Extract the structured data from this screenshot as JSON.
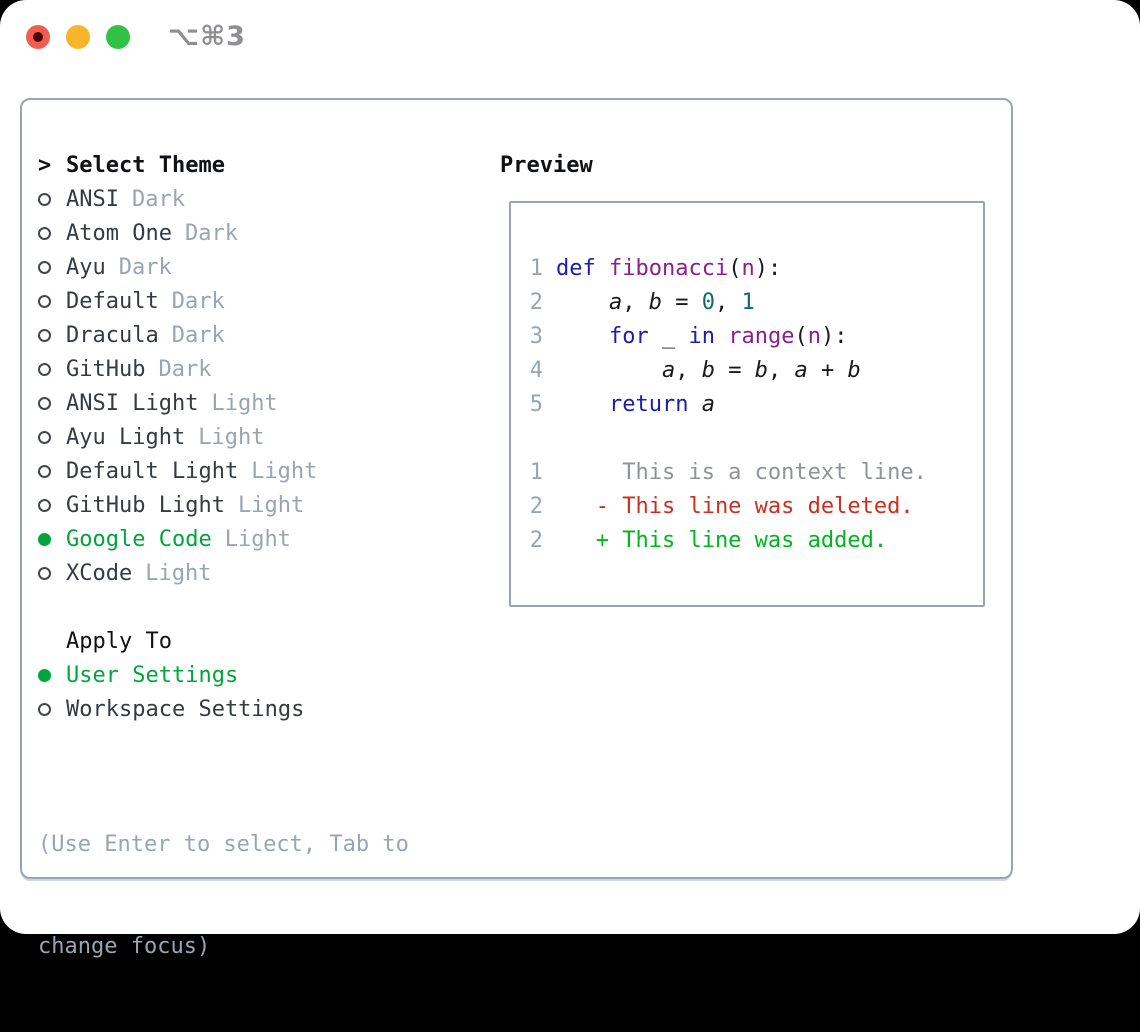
{
  "window": {
    "shortcut": "⌥⌘3"
  },
  "left": {
    "title_prefix": ">",
    "title": "Select Theme",
    "themes": [
      {
        "name": "ANSI",
        "variant": "Dark",
        "selected": false
      },
      {
        "name": "Atom One",
        "variant": "Dark",
        "selected": false
      },
      {
        "name": "Ayu",
        "variant": "Dark",
        "selected": false
      },
      {
        "name": "Default",
        "variant": "Dark",
        "selected": false
      },
      {
        "name": "Dracula",
        "variant": "Dark",
        "selected": false
      },
      {
        "name": "GitHub",
        "variant": "Dark",
        "selected": false
      },
      {
        "name": "ANSI Light",
        "variant": "Light",
        "selected": false
      },
      {
        "name": "Ayu Light",
        "variant": "Light",
        "selected": false
      },
      {
        "name": "Default Light",
        "variant": "Light",
        "selected": false
      },
      {
        "name": "GitHub Light",
        "variant": "Light",
        "selected": false
      },
      {
        "name": "Google Code",
        "variant": "Light",
        "selected": true
      },
      {
        "name": "XCode",
        "variant": "Light",
        "selected": false
      }
    ],
    "apply_to_title": "Apply To",
    "apply_options": [
      {
        "label": "User Settings",
        "selected": true
      },
      {
        "label": "Workspace Settings",
        "selected": false
      }
    ],
    "hint_line1": "(Use Enter to select, Tab to",
    "hint_line2": "change focus)"
  },
  "preview": {
    "title": "Preview",
    "code_lines": [
      {
        "num": "1",
        "tokens": [
          {
            "c": "kwd",
            "t": "def"
          },
          {
            "c": "pln",
            "t": " "
          },
          {
            "c": "typ",
            "t": "fibonacci"
          },
          {
            "c": "pln",
            "t": "("
          },
          {
            "c": "typ",
            "t": "n"
          },
          {
            "c": "pln",
            "t": "):"
          }
        ]
      },
      {
        "num": "2",
        "tokens": [
          {
            "c": "pln",
            "t": "    "
          },
          {
            "c": "var",
            "t": "a"
          },
          {
            "c": "pln",
            "t": ", "
          },
          {
            "c": "var",
            "t": "b"
          },
          {
            "c": "pln",
            "t": " = "
          },
          {
            "c": "lit",
            "t": "0"
          },
          {
            "c": "pln",
            "t": ", "
          },
          {
            "c": "lit",
            "t": "1"
          }
        ]
      },
      {
        "num": "3",
        "tokens": [
          {
            "c": "pln",
            "t": "    "
          },
          {
            "c": "kwd",
            "t": "for"
          },
          {
            "c": "pln",
            "t": " _ "
          },
          {
            "c": "kwd",
            "t": "in"
          },
          {
            "c": "pln",
            "t": " "
          },
          {
            "c": "typ",
            "t": "range"
          },
          {
            "c": "pln",
            "t": "("
          },
          {
            "c": "typ",
            "t": "n"
          },
          {
            "c": "pln",
            "t": "):"
          }
        ]
      },
      {
        "num": "4",
        "tokens": [
          {
            "c": "pln",
            "t": "        "
          },
          {
            "c": "var",
            "t": "a"
          },
          {
            "c": "pln",
            "t": ", "
          },
          {
            "c": "var",
            "t": "b"
          },
          {
            "c": "pln",
            "t": " = "
          },
          {
            "c": "var",
            "t": "b"
          },
          {
            "c": "pln",
            "t": ", "
          },
          {
            "c": "var",
            "t": "a"
          },
          {
            "c": "pln",
            "t": " + "
          },
          {
            "c": "var",
            "t": "b"
          }
        ]
      },
      {
        "num": "5",
        "tokens": [
          {
            "c": "pln",
            "t": "    "
          },
          {
            "c": "kwd",
            "t": "return"
          },
          {
            "c": "pln",
            "t": " "
          },
          {
            "c": "var",
            "t": "a"
          }
        ]
      }
    ],
    "diff_lines": [
      {
        "num": "1",
        "kind": "context",
        "text": "     This is a context line."
      },
      {
        "num": "2",
        "kind": "deleted",
        "text": "   - This line was deleted."
      },
      {
        "num": "2",
        "kind": "added",
        "text": "   + This line was added."
      }
    ]
  },
  "colors": {
    "accent_green": "#00a53c",
    "border": "#9aa5b1",
    "kwd": "#1c1cb0",
    "typ": "#8c1f8c",
    "lit": "#0e6b6b",
    "diff_deleted": "#c9301f",
    "diff_added": "#00b520",
    "diff_context": "#8f9399",
    "traffic_red": "#f35d51",
    "traffic_yellow": "#f7b62a",
    "traffic_green": "#30c146"
  }
}
